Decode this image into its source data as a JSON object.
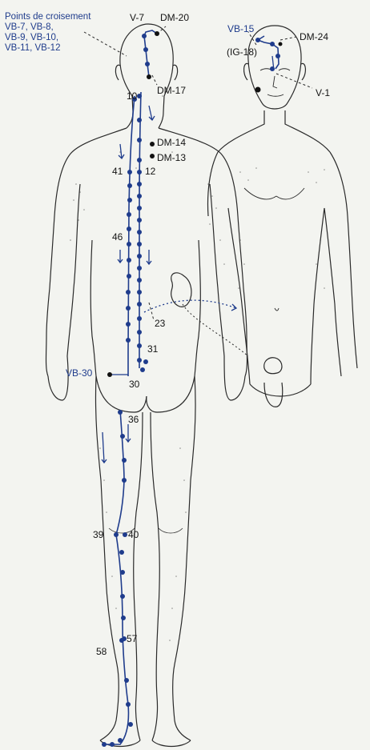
{
  "figure": {
    "crossing_title": "Points de croisement",
    "crossing_lines": [
      "VB-7, VB-8,",
      "VB-9, VB-10,",
      "VB-11, VB-12"
    ],
    "colors": {
      "meridian": "#1f3c8c",
      "outline": "#2a2a2a",
      "paper": "#f3f4f0",
      "dotted": "#3a3a3a"
    }
  },
  "labels": {
    "v7": "V-7",
    "dm20": "DM-20",
    "dm17": "DM-17",
    "dm14": "DM-14",
    "dm13": "DM-13",
    "dm24": "DM-24",
    "vb15": "VB-15",
    "ig18": "(IG-18)",
    "v1": "V-1",
    "vb30": "VB-30",
    "n10": "10",
    "n12": "12",
    "n41": "41",
    "n46": "46",
    "n23": "23",
    "n31": "31",
    "n30": "30",
    "n36": "36",
    "n39": "39",
    "n40": "40",
    "n57": "57",
    "n58": "58"
  }
}
